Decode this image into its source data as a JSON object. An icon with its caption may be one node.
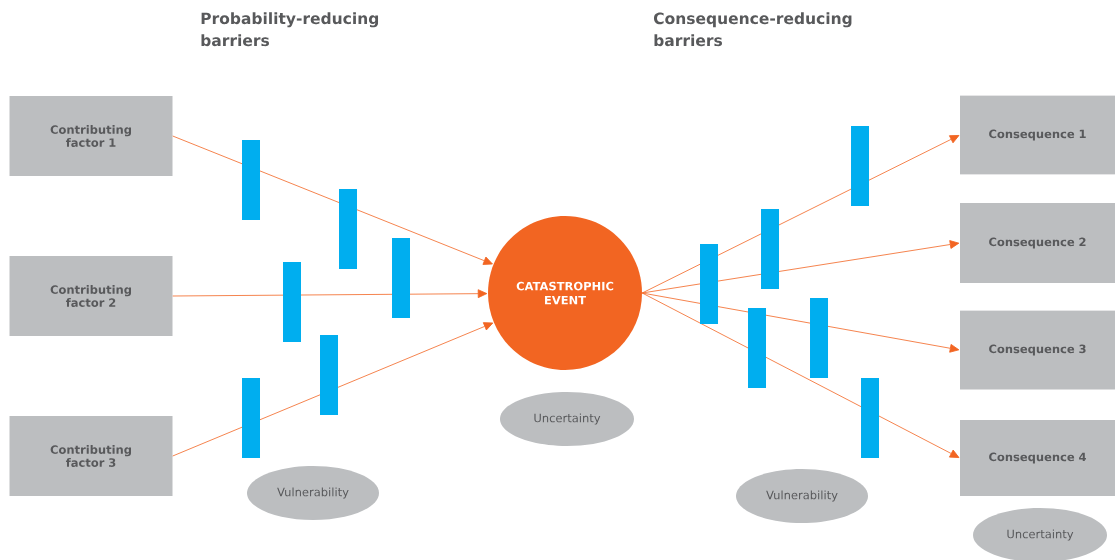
{
  "diagram": {
    "nodes": [
      {
        "text": [
          "Contributing factor 1"
        ]
      },
      {
        "text": [
          "Contributing factor 2"
        ]
      },
      {
        "text": [
          "Contributing factor 3"
        ]
      },
      {
        "text": [
          "CATASTROPHIC EVENT"
        ]
      },
      {
        "text": [
          "Consequence 1"
        ]
      },
      {
        "text": [
          "Consequence 2"
        ]
      },
      {
        "text": [
          "Consequence 3"
        ]
      },
      {
        "text": [
          "Consequence 4"
        ]
      },
      {
        "text": [
          "Uncertainty"
        ]
      },
      {
        "text": [
          "Vulnerability"
        ]
      },
      {
        "text": [
          "Vulnerability"
        ]
      },
      {
        "text": [
          "Uncertainty"
        ]
      }
    ],
    "edges": [
      {
        "from": 0,
        "to": 3,
        "arrow": "to"
      },
      {
        "from": 1,
        "to": 3,
        "arrow": "to"
      },
      {
        "from": 2,
        "to": 3,
        "arrow": "to"
      },
      {
        "from": 3,
        "to": 4,
        "arrow": "to"
      },
      {
        "from": 3,
        "to": 5,
        "arrow": "to"
      },
      {
        "from": 3,
        "to": 6,
        "arrow": "to"
      },
      {
        "from": 3,
        "to": 7,
        "arrow": "to"
      }
    ],
    "labels": [
      "Probability-reducing barriers",
      "Consequence-reducing barriers"
    ]
  }
}
